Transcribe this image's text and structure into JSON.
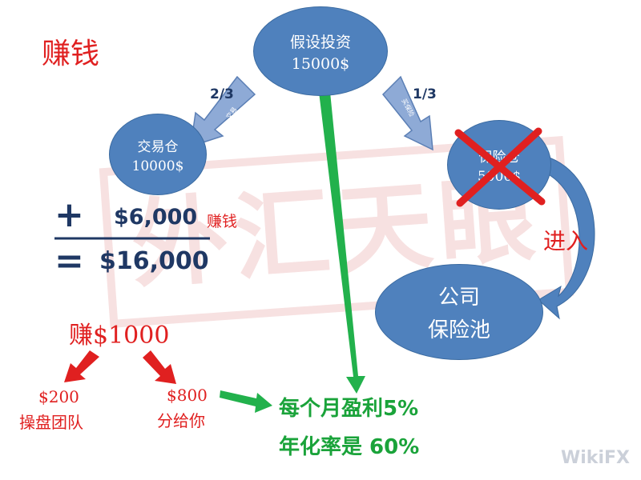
{
  "title": "赚钱",
  "investment": {
    "line1": "假设投资",
    "line2": "15000$"
  },
  "trading_position": {
    "line1": "交易仓",
    "line2": "10000$"
  },
  "insurance_position": {
    "line1": "保险仓",
    "line2": "5000$"
  },
  "insurance_pool": {
    "line1": "公司",
    "line2": "保险池"
  },
  "split_left": {
    "fraction": "2/3",
    "arrow_label": "交易"
  },
  "split_right": {
    "fraction": "1/3",
    "arrow_label": "买保险"
  },
  "enter_label": "进入",
  "profit": {
    "plus_sign": "+",
    "amount": "$6,000",
    "label": "赚钱"
  },
  "total": {
    "equals_sign": "=",
    "amount": "$16,000"
  },
  "earn": "赚$1000",
  "share_team": {
    "amount": "$200",
    "label": "操盘团队"
  },
  "share_you": {
    "amount": "$800",
    "label": "分给你"
  },
  "monthly": "每个月盈利5%",
  "annual": "年化率是 60%",
  "watermark": "外汇天眼",
  "brand": "WikiFX",
  "colors": {
    "ellipse": "#4f81bd",
    "red": "#e02020",
    "green": "#1aa33a",
    "dark": "#1f3864"
  }
}
